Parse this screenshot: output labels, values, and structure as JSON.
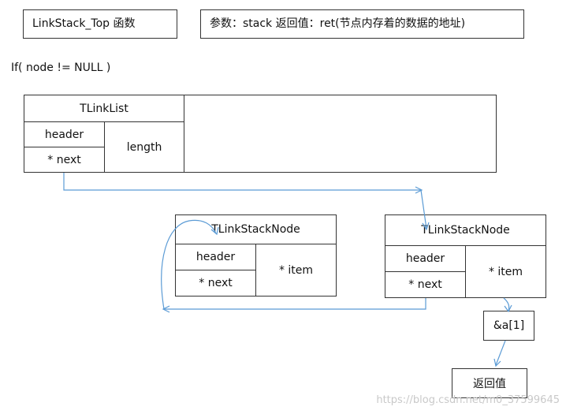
{
  "header": {
    "func_label": "LinkStack_Top  函数",
    "params_label": "参数：stack      返回值：ret(节点内存着的数据的地址)"
  },
  "condition": "If( node != NULL )",
  "tlinklist": {
    "title": "TLinkList",
    "header": "header",
    "next": "* next",
    "length": "length"
  },
  "nodes": [
    {
      "title": "TLinkStackNode",
      "header": "header",
      "next": "* next",
      "item": "* item"
    },
    {
      "title": "TLinkStackNode",
      "header": "header",
      "next": "* next",
      "item": "* item"
    }
  ],
  "item_box": "&a[1]",
  "return_box": "返回值",
  "watermark": "https://blog.csdn.net/m0_37599645",
  "colors": {
    "arrow": "#5b9bd5",
    "border": "#333333"
  }
}
